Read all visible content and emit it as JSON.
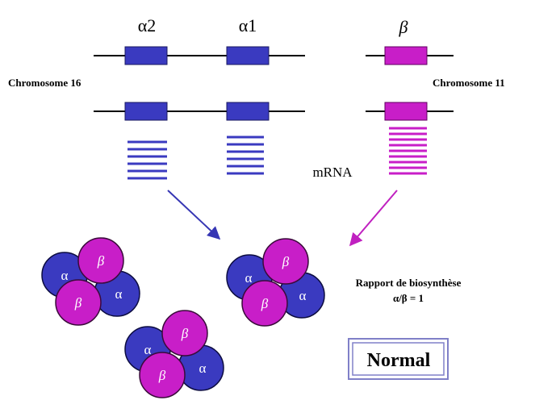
{
  "genes": {
    "alpha2": "α2",
    "alpha1": "α1",
    "beta": "β"
  },
  "chromosomes": {
    "left": "Chromosome 16",
    "right": "Chromosome 11"
  },
  "mrna_label": "mRNA",
  "subunit_labels": {
    "alpha": "α",
    "beta": "β"
  },
  "ratio": {
    "line1": "Rapport de biosynthèse",
    "line2": "α/β = 1"
  },
  "status_box": {
    "label": "Normal"
  },
  "colors": {
    "alpha": "#3a3ac0",
    "beta": "#c81ec8",
    "alpha_arrow": "#3636b4",
    "beta_arrow": "#c020c0",
    "box_border": "#8080c8"
  }
}
